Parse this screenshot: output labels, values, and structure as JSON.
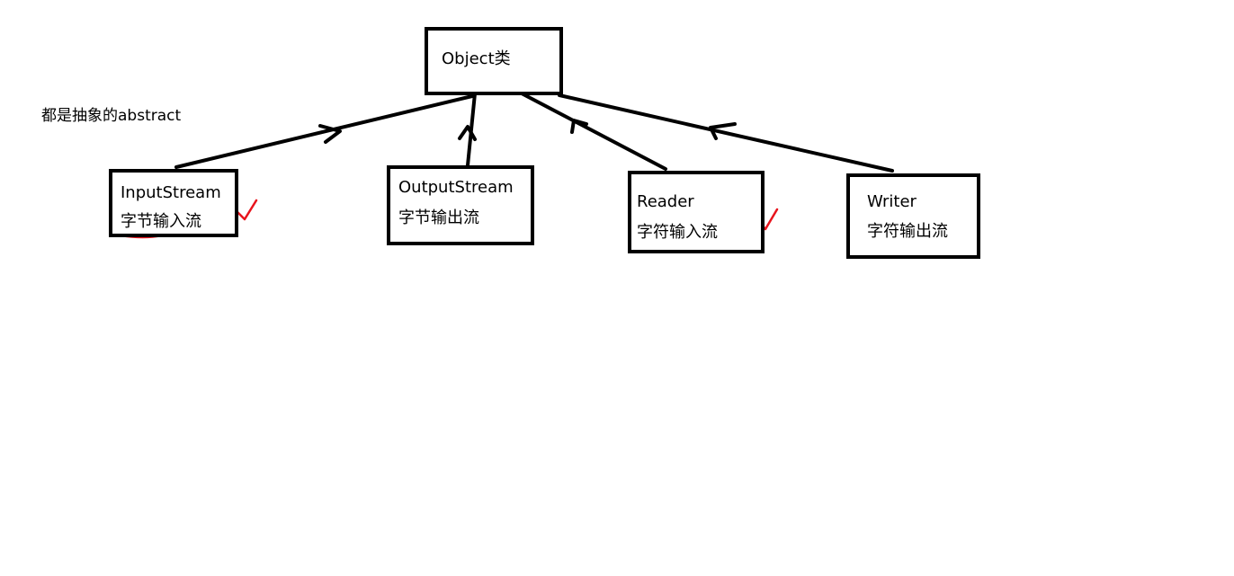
{
  "diagram": {
    "root": {
      "label": "Object类"
    },
    "note": "都是抽象的abstract",
    "classes": [
      {
        "name": "InputStream",
        "desc": "字节输入流",
        "checked": true
      },
      {
        "name": "OutputStream",
        "desc": "字节输出流",
        "checked": false
      },
      {
        "name": "Reader",
        "desc": "字符输入流",
        "checked": true
      },
      {
        "name": "Writer",
        "desc": "字符输出流",
        "checked": false
      }
    ],
    "colors": {
      "line": "#000000",
      "mark": "#e8141c",
      "background": "#ffffff"
    }
  }
}
